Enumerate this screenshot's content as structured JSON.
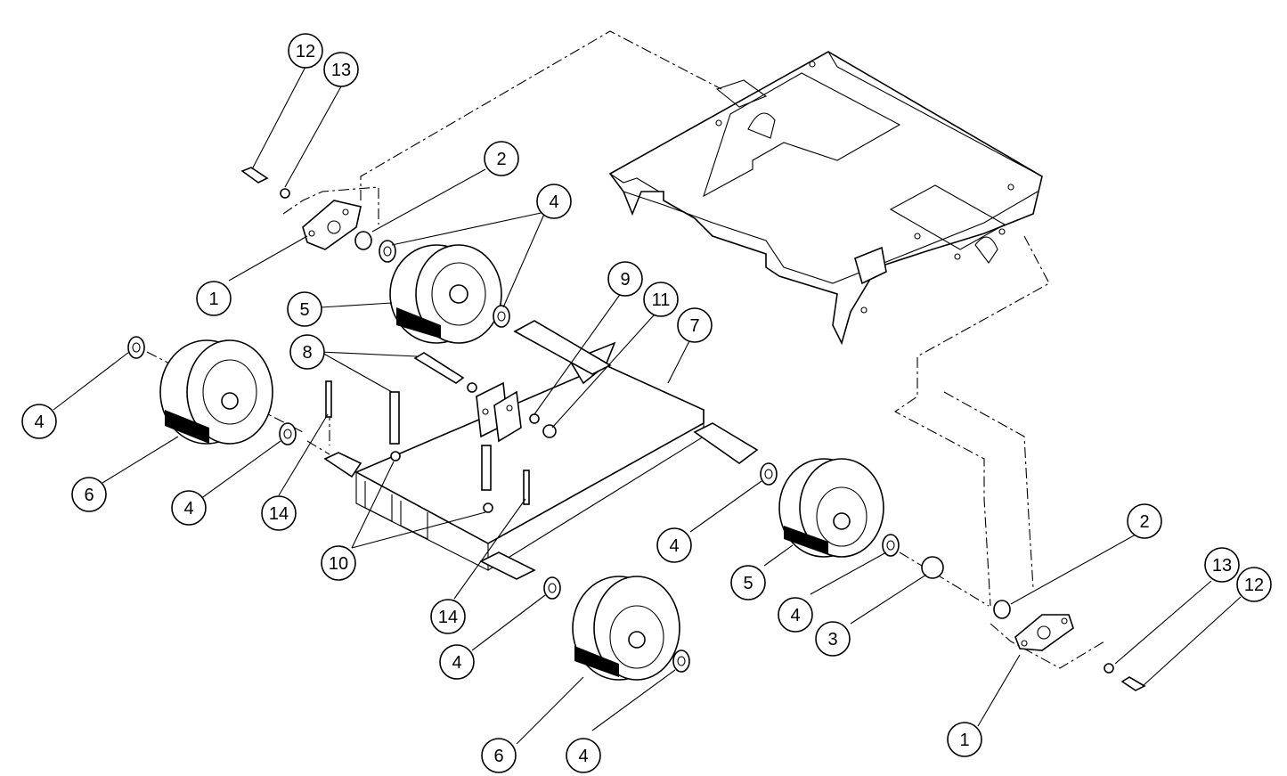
{
  "callouts": [
    {
      "id": "c12a",
      "label": "12"
    },
    {
      "id": "c13a",
      "label": "13"
    },
    {
      "id": "c2a",
      "label": "2"
    },
    {
      "id": "c4a",
      "label": "4"
    },
    {
      "id": "c1a",
      "label": "1"
    },
    {
      "id": "c5a",
      "label": "5"
    },
    {
      "id": "c9",
      "label": "9"
    },
    {
      "id": "c11",
      "label": "11"
    },
    {
      "id": "c7",
      "label": "7"
    },
    {
      "id": "c8",
      "label": "8"
    },
    {
      "id": "c4b",
      "label": "4"
    },
    {
      "id": "c6a",
      "label": "6"
    },
    {
      "id": "c4c",
      "label": "4"
    },
    {
      "id": "c14a",
      "label": "14"
    },
    {
      "id": "c10",
      "label": "10"
    },
    {
      "id": "c14b",
      "label": "14"
    },
    {
      "id": "c4d",
      "label": "4"
    },
    {
      "id": "c6b",
      "label": "6"
    },
    {
      "id": "c4e",
      "label": "4"
    },
    {
      "id": "c4f",
      "label": "4"
    },
    {
      "id": "c5b",
      "label": "5"
    },
    {
      "id": "c4g",
      "label": "4"
    },
    {
      "id": "c3",
      "label": "3"
    },
    {
      "id": "c2b",
      "label": "2"
    },
    {
      "id": "c13b",
      "label": "13"
    },
    {
      "id": "c12b",
      "label": "12"
    },
    {
      "id": "c1b",
      "label": "1"
    }
  ]
}
